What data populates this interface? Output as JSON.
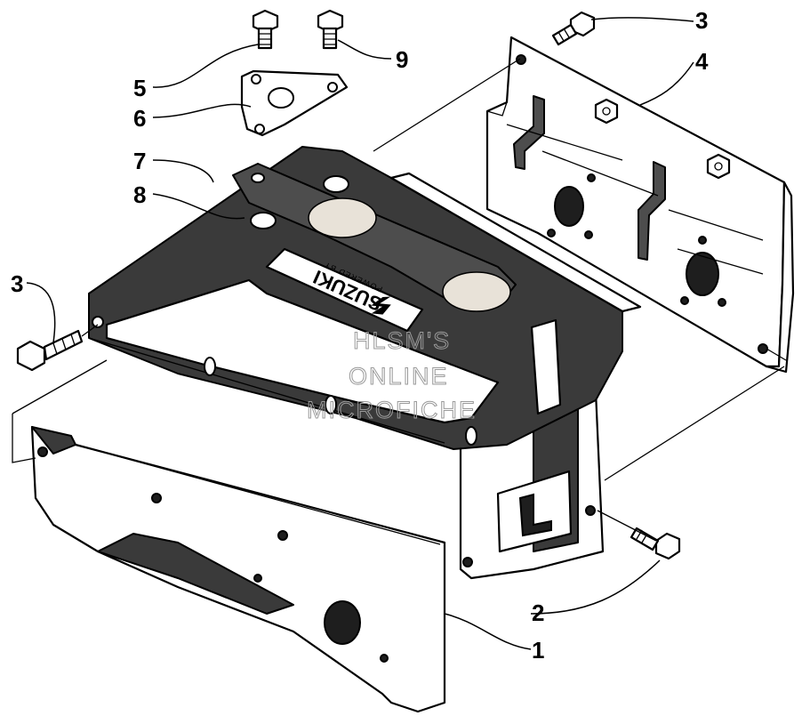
{
  "callouts": [
    {
      "id": "1",
      "label": "1"
    },
    {
      "id": "2",
      "label": "2"
    },
    {
      "id": "3a",
      "label": "3"
    },
    {
      "id": "3b",
      "label": "3"
    },
    {
      "id": "4",
      "label": "4"
    },
    {
      "id": "5",
      "label": "5"
    },
    {
      "id": "6",
      "label": "6"
    },
    {
      "id": "7",
      "label": "7"
    },
    {
      "id": "8",
      "label": "8"
    },
    {
      "id": "9",
      "label": "9"
    }
  ],
  "brand": {
    "top_text": "POWERED BY",
    "name": "SUZUKI",
    "logo": "suzuki-s-logo"
  },
  "watermark": {
    "line1": "HLSM'S",
    "line2": "ONLINE",
    "line3": "MICROFICHE"
  }
}
